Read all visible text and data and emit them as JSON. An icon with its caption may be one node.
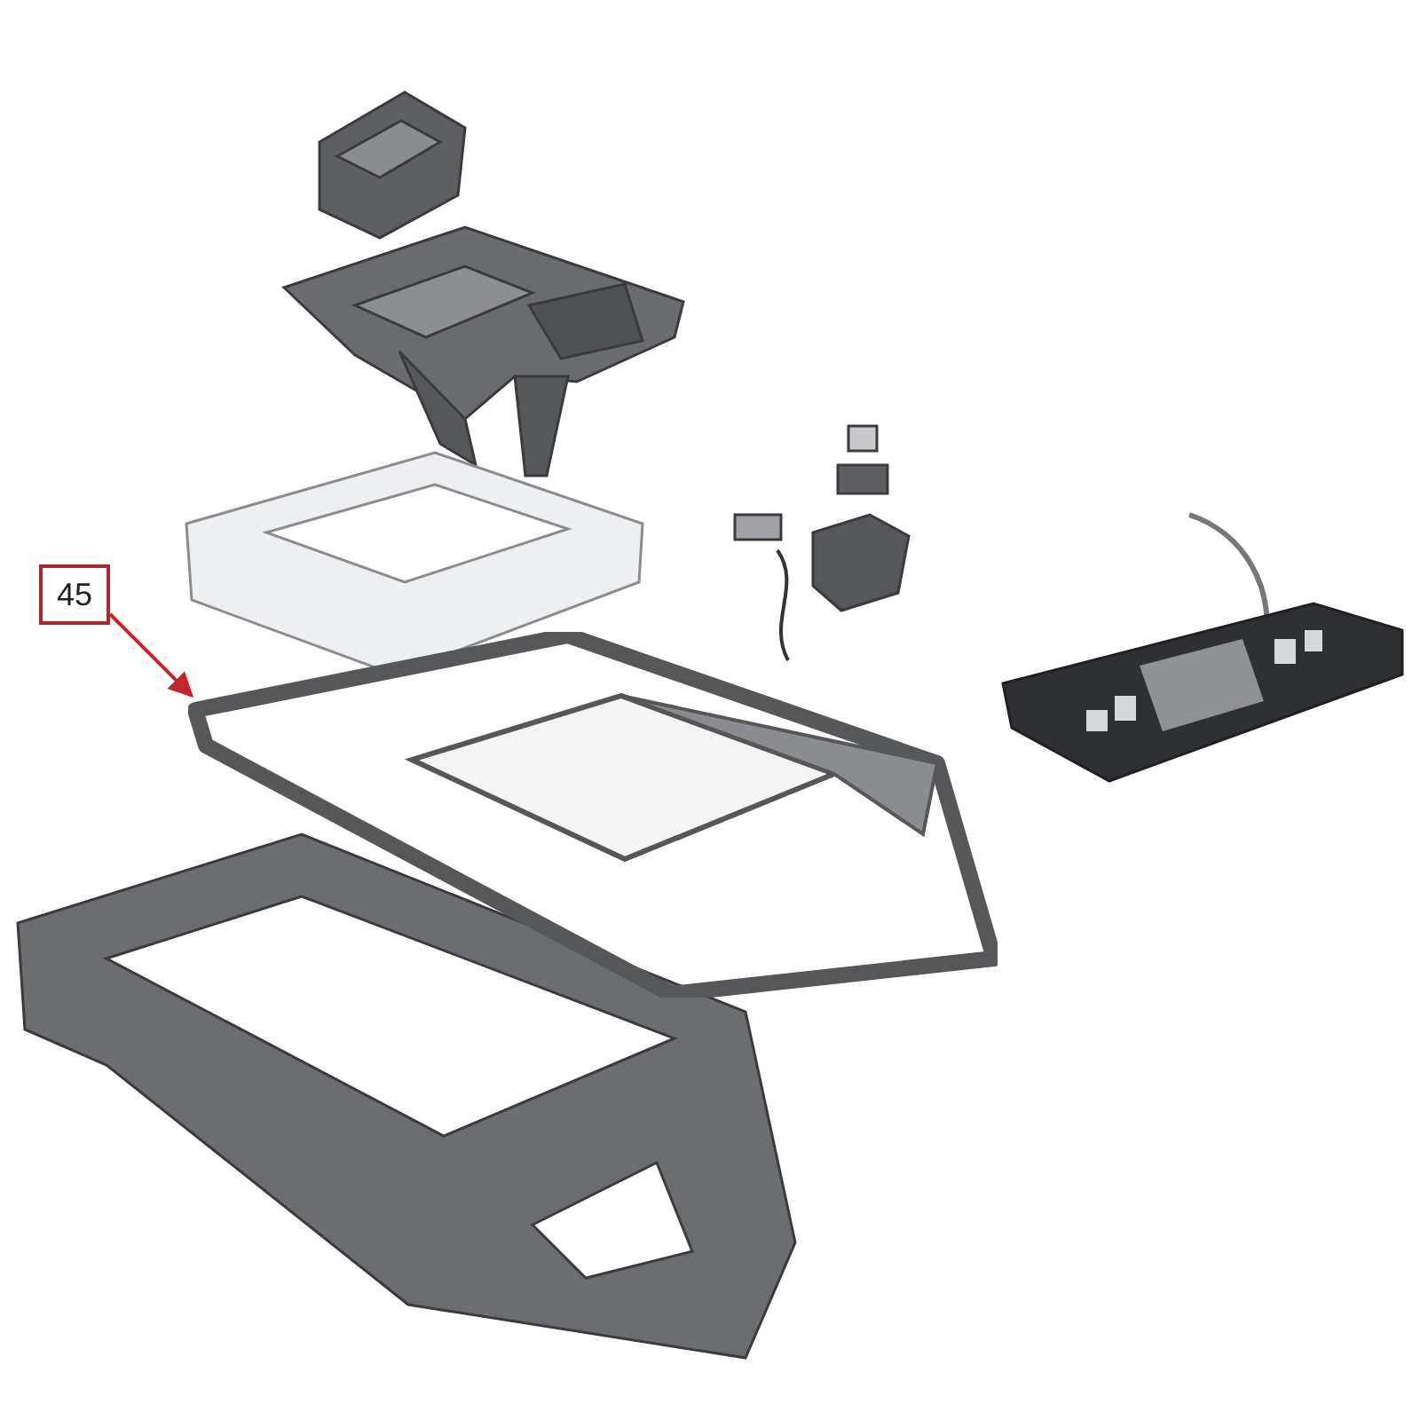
{
  "diagram": {
    "nodes": [
      {
        "text": [
          "45"
        ]
      },
      {
        "text": [],
        "shape": "picture"
      }
    ],
    "edges": [
      {
        "from": 0,
        "to": 1,
        "arrow": "to",
        "color": "#c0282d"
      }
    ]
  }
}
